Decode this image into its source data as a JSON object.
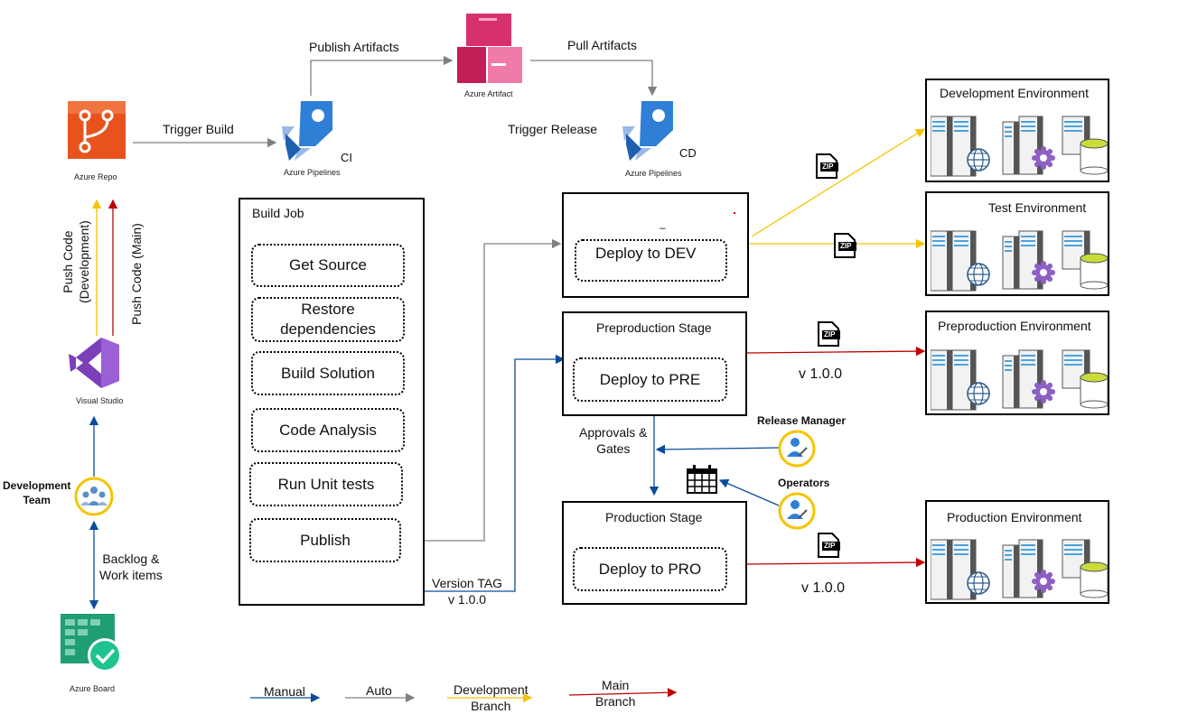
{
  "labels": {
    "publish_artifacts": "Publish Artifacts",
    "pull_artifacts": "Pull Artifacts",
    "azure_artifact": "Azure Artifact",
    "trigger_build": "Trigger Build",
    "trigger_release": "Trigger Release",
    "azure_repo": "Azure Repo",
    "azure_pipelines_ci": "Azure Pipelines",
    "azure_pipelines_cd": "Azure Pipelines",
    "ci": "CI",
    "cd": "CD",
    "push_code_dev_line1": "Push Code",
    "push_code_dev_line2": "(Development)",
    "push_code_main": "Push Code (Main)",
    "visual_studio": "Visual Studio",
    "development_team_line1": "Development",
    "development_team_line2": "Team",
    "backlog_line1": "Backlog &",
    "backlog_line2": "Work items",
    "azure_board": "Azure Board",
    "version_tag_line1": "Version TAG",
    "version_tag_line2": "v 1.0.0",
    "approvals_line1": "Approvals &",
    "approvals_line2": "Gates",
    "release_manager": "Release Manager",
    "operators": "Operators",
    "version_pre": "v 1.0.0",
    "version_pro": "v 1.0.0",
    "dev_dash": "–",
    "zip": "ZIP"
  },
  "build_job": {
    "title": "Build Job",
    "steps": [
      "Get Source",
      "Restore dependencies",
      "Build Solution",
      "Code Analysis",
      "Run Unit tests",
      "Publish"
    ]
  },
  "stages": {
    "dev": {
      "title": "",
      "deploy": "Deploy to DEV"
    },
    "pre": {
      "title": "Preproduction Stage",
      "deploy": "Deploy to PRE"
    },
    "pro": {
      "title": "Production Stage",
      "deploy": "Deploy to PRO"
    }
  },
  "environments": {
    "dev": "Development Environment",
    "test": "Test Environment",
    "pre": "Preproduction Environment",
    "pro": "Production Environment"
  },
  "legend": {
    "manual": "Manual",
    "auto": "Auto",
    "development_line1": "Development",
    "development_line2": "Branch",
    "main_line1": "Main",
    "main_line2": "Branch"
  },
  "colors": {
    "manual": "#0b4c9c",
    "auto": "#808080",
    "development": "#f5c400",
    "main": "#c00000",
    "repo": "#e8531d",
    "pipelines": "#2f7fd6",
    "artifact": "#d6316c",
    "visual_studio": "#7b3fb8",
    "board": "#1f9e73"
  }
}
